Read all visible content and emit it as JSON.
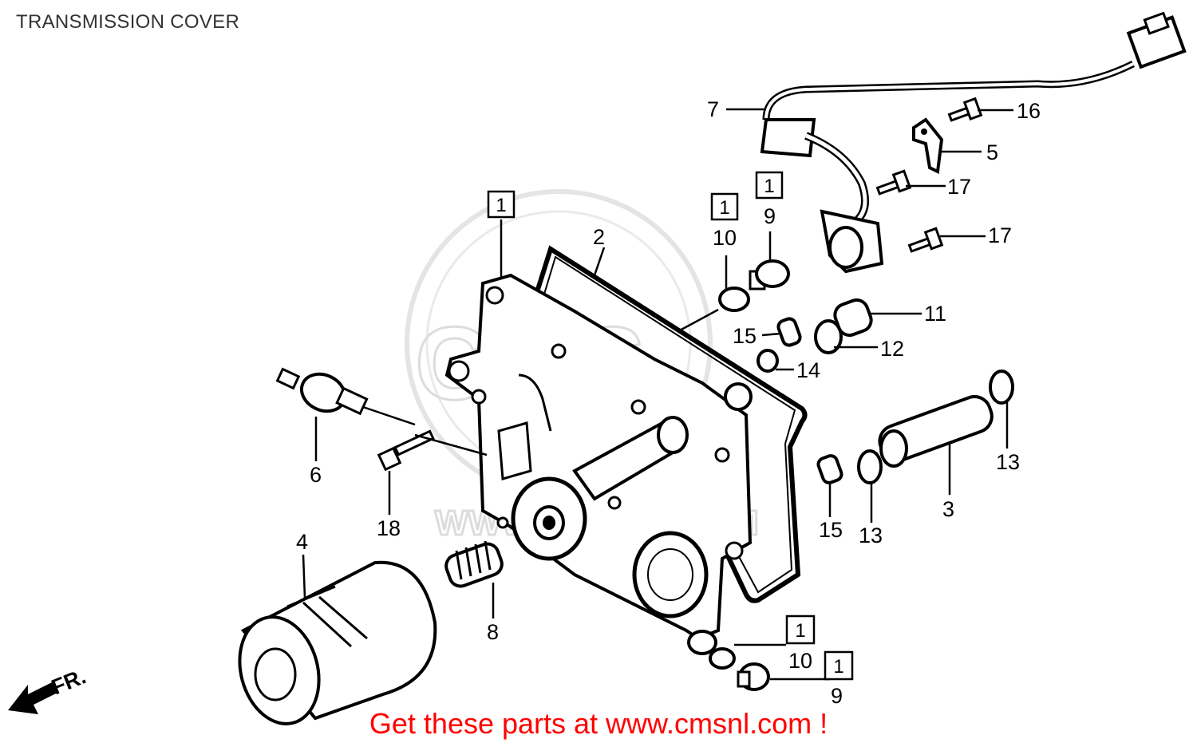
{
  "title": "TRANSMISSION COVER",
  "footer": {
    "text": "Get these parts at www.cmsnl.com !",
    "color": "#ff0000"
  },
  "watermark": {
    "line1": "CMS",
    "line2": "WWW.CMSNL.COM"
  },
  "direction_indicator": "FR.",
  "callouts": [
    {
      "id": "c7",
      "label": "7"
    },
    {
      "id": "c16",
      "label": "16"
    },
    {
      "id": "c5",
      "label": "5"
    },
    {
      "id": "c17a",
      "label": "17"
    },
    {
      "id": "c17b",
      "label": "17"
    },
    {
      "id": "c11",
      "label": "11"
    },
    {
      "id": "c12",
      "label": "12"
    },
    {
      "id": "c15a",
      "label": "15"
    },
    {
      "id": "c14",
      "label": "14"
    },
    {
      "id": "c13a",
      "label": "13"
    },
    {
      "id": "c3",
      "label": "3"
    },
    {
      "id": "c13b",
      "label": "13"
    },
    {
      "id": "c15b",
      "label": "15"
    },
    {
      "id": "c10a",
      "label": "10"
    },
    {
      "id": "c9a",
      "label": "9"
    },
    {
      "id": "c2",
      "label": "2"
    },
    {
      "id": "c6",
      "label": "6"
    },
    {
      "id": "c18",
      "label": "18"
    },
    {
      "id": "c4",
      "label": "4"
    },
    {
      "id": "c8",
      "label": "8"
    },
    {
      "id": "c10b",
      "label": "10"
    },
    {
      "id": "c9b",
      "label": "9"
    }
  ],
  "boxed_labels": [
    {
      "id": "b1",
      "label": "1"
    },
    {
      "id": "b2",
      "label": "1"
    },
    {
      "id": "b3",
      "label": "1"
    },
    {
      "id": "b4",
      "label": "1"
    },
    {
      "id": "b5",
      "label": "1"
    }
  ]
}
